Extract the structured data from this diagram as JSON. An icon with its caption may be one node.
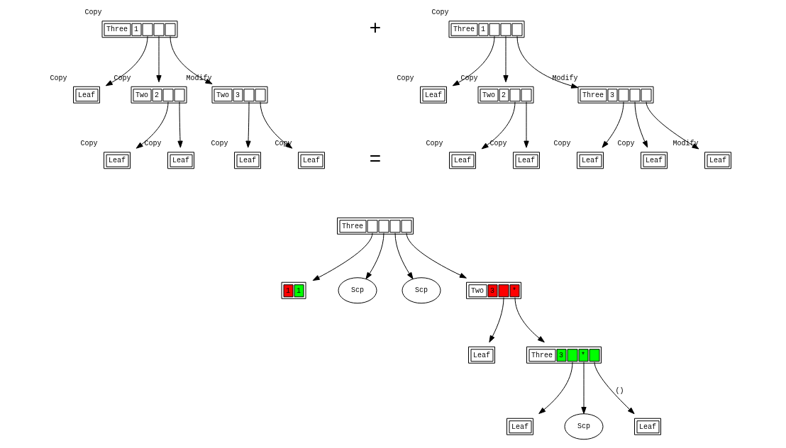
{
  "diagram": {
    "nodes": [
      {
        "text": [
          "Three",
          "1"
        ],
        "beside": [
          "Copy"
        ]
      },
      {
        "text": [
          "Leaf"
        ],
        "beside": [
          "Copy"
        ]
      },
      {
        "text": [
          "Two",
          "2"
        ],
        "beside": [
          "Copy"
        ]
      },
      {
        "text": [
          "Two",
          "3"
        ],
        "beside": [
          "Modify"
        ]
      },
      {
        "text": [
          "Leaf"
        ],
        "beside": [
          "Copy"
        ]
      },
      {
        "text": [
          "Leaf"
        ],
        "beside": [
          "Copy"
        ]
      },
      {
        "text": [
          "Leaf"
        ],
        "beside": [
          "Copy"
        ]
      },
      {
        "text": [
          "Leaf"
        ],
        "beside": [
          "Copy"
        ]
      },
      {
        "text": [
          "Three",
          "1"
        ],
        "beside": [
          "Copy"
        ]
      },
      {
        "text": [
          "Leaf"
        ],
        "beside": [
          "Copy"
        ]
      },
      {
        "text": [
          "Two",
          "2"
        ],
        "beside": [
          "Copy"
        ]
      },
      {
        "text": [
          "Three",
          "3"
        ],
        "beside": [
          "Modify"
        ]
      },
      {
        "text": [
          "Leaf"
        ],
        "beside": [
          "Copy"
        ]
      },
      {
        "text": [
          "Leaf"
        ],
        "beside": [
          "Copy"
        ]
      },
      {
        "text": [
          "Leaf"
        ],
        "beside": [
          "Copy"
        ]
      },
      {
        "text": [
          "Leaf"
        ],
        "beside": [
          "Copy"
        ]
      },
      {
        "text": [
          "Leaf"
        ],
        "beside": [
          "Modify"
        ]
      },
      {
        "text": [
          "Three"
        ]
      },
      {
        "text": [
          "1",
          "1"
        ]
      },
      {
        "text": [
          "Scp"
        ]
      },
      {
        "text": [
          "Scp"
        ]
      },
      {
        "text": [
          "Two",
          "3",
          "*"
        ]
      },
      {
        "text": [
          "Leaf"
        ]
      },
      {
        "text": [
          "Three",
          "3",
          "*"
        ]
      },
      {
        "text": [
          "Leaf"
        ]
      },
      {
        "text": [
          "Scp"
        ]
      },
      {
        "text": [
          "Leaf"
        ]
      }
    ],
    "edges": [
      {
        "from": 0,
        "to": 1,
        "arrow": "to"
      },
      {
        "from": 0,
        "to": 2,
        "arrow": "to"
      },
      {
        "from": 0,
        "to": 3,
        "arrow": "to"
      },
      {
        "from": 2,
        "to": 4,
        "arrow": "to"
      },
      {
        "from": 2,
        "to": 5,
        "arrow": "to"
      },
      {
        "from": 3,
        "to": 6,
        "arrow": "to"
      },
      {
        "from": 3,
        "to": 7,
        "arrow": "to"
      },
      {
        "from": 8,
        "to": 9,
        "arrow": "to"
      },
      {
        "from": 8,
        "to": 10,
        "arrow": "to"
      },
      {
        "from": 8,
        "to": 11,
        "arrow": "to"
      },
      {
        "from": 10,
        "to": 12,
        "arrow": "to"
      },
      {
        "from": 10,
        "to": 13,
        "arrow": "to"
      },
      {
        "from": 11,
        "to": 14,
        "arrow": "to"
      },
      {
        "from": 11,
        "to": 15,
        "arrow": "to"
      },
      {
        "from": 11,
        "to": 16,
        "arrow": "to"
      },
      {
        "from": 17,
        "to": 18,
        "arrow": "to"
      },
      {
        "from": 17,
        "to": 19,
        "arrow": "to"
      },
      {
        "from": 17,
        "to": 20,
        "arrow": "to"
      },
      {
        "from": 17,
        "to": 21,
        "arrow": "to"
      },
      {
        "from": 21,
        "to": 22,
        "arrow": "to"
      },
      {
        "from": 21,
        "to": 23,
        "arrow": "to"
      },
      {
        "from": 23,
        "to": 24,
        "arrow": "to"
      },
      {
        "from": 23,
        "to": 25,
        "arrow": "to"
      },
      {
        "from": 23,
        "to": 26,
        "arrow": "to",
        "label": "()"
      }
    ],
    "labels": [
      "+",
      "="
    ]
  }
}
